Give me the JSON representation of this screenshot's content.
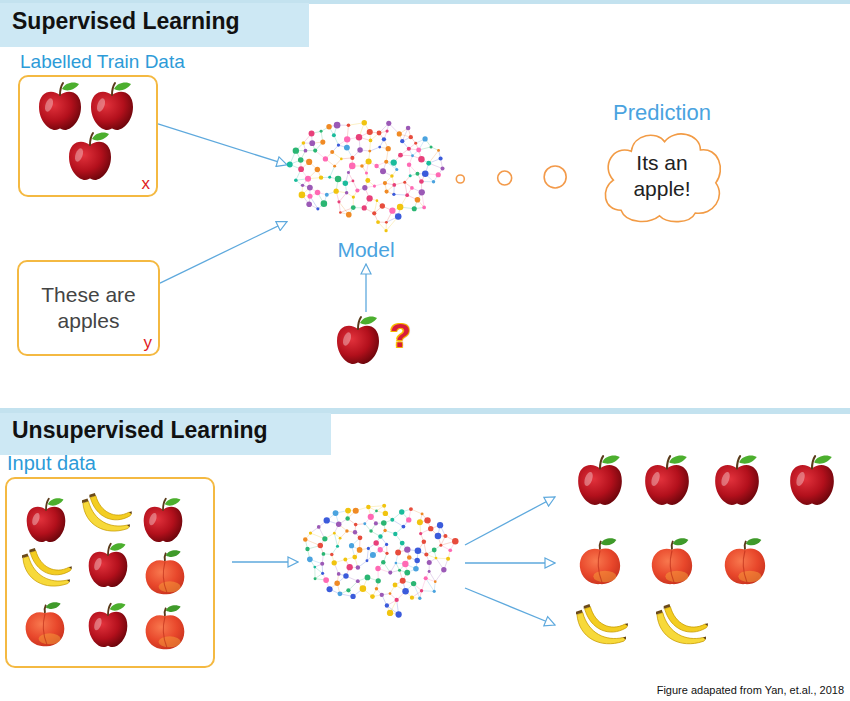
{
  "diagram": {
    "nodes": [
      {
        "text": [
          "Supervised Learning"
        ]
      },
      {
        "text": [
          "Labelled Train Data",
          "x"
        ]
      },
      {
        "text": [
          "Model"
        ]
      },
      {
        "text": [
          "Prediction",
          "Its an apple!"
        ]
      },
      {
        "text": [
          "These are apples",
          "y"
        ]
      },
      {
        "text": [
          "?"
        ]
      },
      {
        "text": [
          "Unsupervised Learning"
        ]
      },
      {
        "text": [
          "Input data"
        ]
      }
    ],
    "edges": [
      {
        "from": 1,
        "to": 2,
        "arrow": "to"
      },
      {
        "from": 4,
        "to": 2,
        "arrow": "to"
      },
      {
        "from": 5,
        "to": 2,
        "arrow": "to"
      },
      {
        "from": 2,
        "to": 3,
        "arrow": "none"
      }
    ],
    "labels": [
      "Figure adapated from Yan, et.al., 2018"
    ]
  }
}
